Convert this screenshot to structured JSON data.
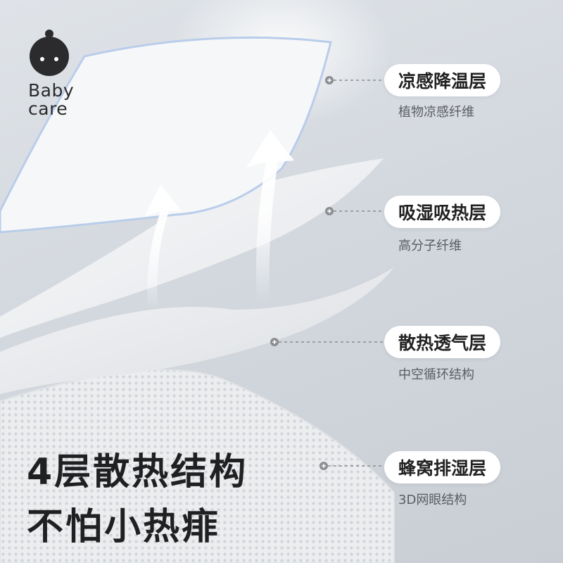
{
  "brand": {
    "line1": "Baby",
    "line2": "care"
  },
  "layers": [
    {
      "title": "凉感降温层",
      "subtitle": "植物凉感纤维"
    },
    {
      "title": "吸湿吸热层",
      "subtitle": "高分子纤维"
    },
    {
      "title": "散热透气层",
      "subtitle": "中空循环结构"
    },
    {
      "title": "蜂窝排湿层",
      "subtitle": "3D网眼结构"
    }
  ],
  "headline": {
    "line1": "4层散热结构",
    "line2": "不怕小热痱"
  },
  "colors": {
    "text_dark": "#222222",
    "subtext": "#5a5d62",
    "pill_bg": "#ffffff",
    "background": "#d6dbe1"
  },
  "icons": [
    "baby-face-logo-icon",
    "up-arrow-icon",
    "plus-marker-icon"
  ]
}
